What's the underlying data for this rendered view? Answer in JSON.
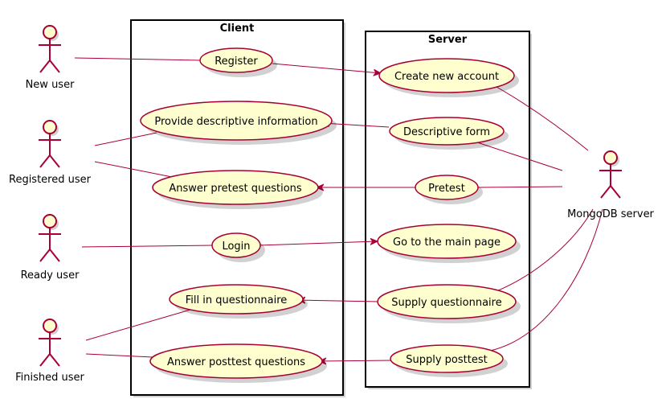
{
  "boundaries": {
    "client": "Client",
    "server": "Server"
  },
  "actors": {
    "new_user": "New user",
    "registered_user": "Registered user",
    "ready_user": "Ready user",
    "finished_user": "Finished user",
    "mongodb_server": "MongoDB server"
  },
  "client_use_cases": {
    "register": "Register",
    "provide_info": "Provide descriptive information",
    "answer_pretest": "Answer pretest questions",
    "login": "Login",
    "fill_questionnaire": "Fill in questionnaire",
    "answer_posttest": "Answer posttest questions"
  },
  "server_use_cases": {
    "create_account": "Create new account",
    "descriptive_form": "Descriptive form",
    "pretest": "Pretest",
    "main_page": "Go to the main page",
    "supply_questionnaire": "Supply questionnaire",
    "supply_posttest": "Supply posttest"
  },
  "colors": {
    "fill": "#FEFECE",
    "stroke": "#A80036"
  }
}
